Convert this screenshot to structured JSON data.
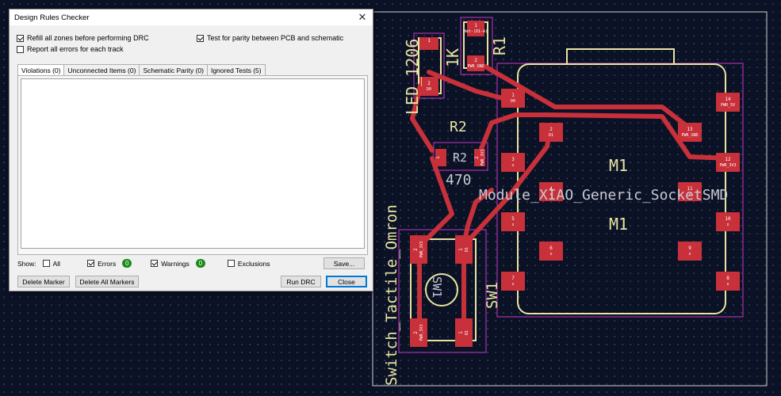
{
  "dialog": {
    "title": "Design Rules Checker",
    "close_glyph": "✕",
    "options": {
      "refill_zones": {
        "label": "Refill all zones before performing DRC",
        "checked": true
      },
      "test_parity": {
        "label": "Test for parity between PCB and schematic",
        "checked": true
      },
      "report_all_errors": {
        "label": "Report all errors for each track",
        "checked": false
      }
    },
    "tabs": [
      {
        "label": "Violations (0)",
        "active": true
      },
      {
        "label": "Unconnected Items (0)",
        "active": false
      },
      {
        "label": "Schematic Parity (0)",
        "active": false
      },
      {
        "label": "Ignored Tests (5)",
        "active": false
      }
    ],
    "show": {
      "label": "Show:",
      "all": {
        "label": "All",
        "checked": false
      },
      "errors": {
        "label": "Errors",
        "checked": true,
        "count": "0"
      },
      "warnings": {
        "label": "Warnings",
        "checked": true,
        "count": "0"
      },
      "exclusions": {
        "label": "Exclusions",
        "checked": false
      }
    },
    "buttons": {
      "save": "Save...",
      "delete_marker": "Delete Marker",
      "delete_all_markers": "Delete All Markers",
      "run_drc": "Run DRC",
      "close": "Close"
    },
    "badge_color": "#1a8a1a"
  },
  "pcb": {
    "colors": {
      "background": "#0b1226",
      "copper": "#c8303a",
      "silkscreen": "#e8e4a0",
      "courtyard": "#c837c8",
      "edge": "#d0d0d0"
    },
    "labels": {
      "led_value": "LED_1206",
      "r1_value": "1K",
      "r1_ref": "R1",
      "r2_ref": "R2",
      "r2_ref_fab": "R2",
      "r2_value": "470",
      "m1_ref": "M1",
      "m1_ref_fab": "M1",
      "m1_value": "Module_XIAO_Generic_SocketSMD",
      "sw1_ref": "SW1",
      "sw1_ref_fab": "SW1",
      "sw1_value": "Switch_Tactile_Omron"
    },
    "pads": {
      "led": [
        {
          "num": "1",
          "net": ""
        },
        {
          "num": "2",
          "net": "D0"
        }
      ],
      "r1": [
        {
          "num": "1",
          "net": "Net-(D1-A)"
        },
        {
          "num": "2",
          "net": "PWR_GND"
        }
      ],
      "r2": [
        {
          "num": "1",
          "net": ""
        },
        {
          "num": "2",
          "net": "PWR_3V3"
        }
      ],
      "m1": [
        {
          "num": "1",
          "net": "D0"
        },
        {
          "num": "2",
          "net": "D1"
        },
        {
          "num": "3",
          "net": "x"
        },
        {
          "num": "4",
          "net": "x"
        },
        {
          "num": "5",
          "net": "x"
        },
        {
          "num": "6",
          "net": "x"
        },
        {
          "num": "7",
          "net": "x"
        },
        {
          "num": "8",
          "net": "x"
        },
        {
          "num": "9",
          "net": "x"
        },
        {
          "num": "10",
          "net": "x"
        },
        {
          "num": "11",
          "net": "x"
        },
        {
          "num": "12",
          "net": "PWR_3V3"
        },
        {
          "num": "13",
          "net": "PWR_GND"
        },
        {
          "num": "14",
          "net": "PWR_5V"
        }
      ],
      "sw1": [
        {
          "num": "2",
          "net": "PWR_3V3"
        },
        {
          "num": "1",
          "net": "D1"
        },
        {
          "num": "2",
          "net": "PWR_3V3"
        },
        {
          "num": "1",
          "net": "D1"
        }
      ]
    }
  }
}
